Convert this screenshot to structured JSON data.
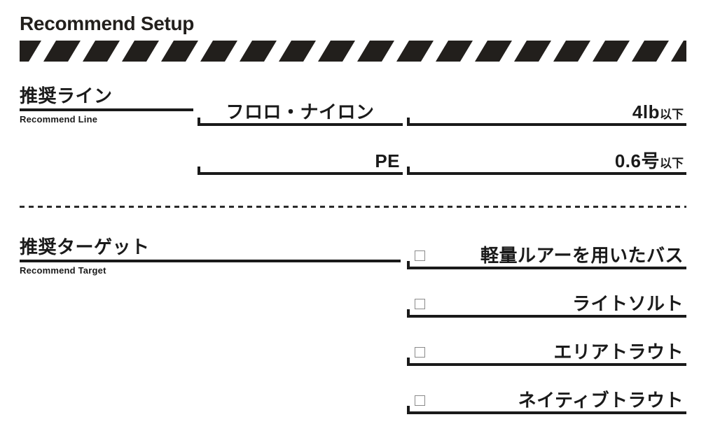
{
  "header": {
    "title": "Recommend Setup",
    "stripe_count": 17,
    "stripe_color": "#221f1c"
  },
  "theme": {
    "background": "#ffffff",
    "ink": "#1a1a1a",
    "rule": "#1a1a1a",
    "checkbox_border": "#8a8a8a",
    "dash": "#2b2b2b"
  },
  "sections": [
    {
      "label_ja": "推奨ライン",
      "label_en": "Recommend Line",
      "rows": [
        {
          "type_value": "フロロ・ナイロン",
          "spec_value": "4lb",
          "spec_suffix": "以下"
        },
        {
          "type_value": "PE",
          "spec_value": "0.6号",
          "spec_suffix": "以下"
        }
      ]
    },
    {
      "label_ja": "推奨ターゲット",
      "label_en": "Recommend Target",
      "targets": [
        {
          "checkbox": "☐",
          "label": "軽量ルアーを用いたバス"
        },
        {
          "checkbox": "☐",
          "label": "ライトソルト"
        },
        {
          "checkbox": "☐",
          "label": "エリアトラウト"
        },
        {
          "checkbox": "☐",
          "label": "ネイティブトラウト"
        }
      ]
    }
  ]
}
